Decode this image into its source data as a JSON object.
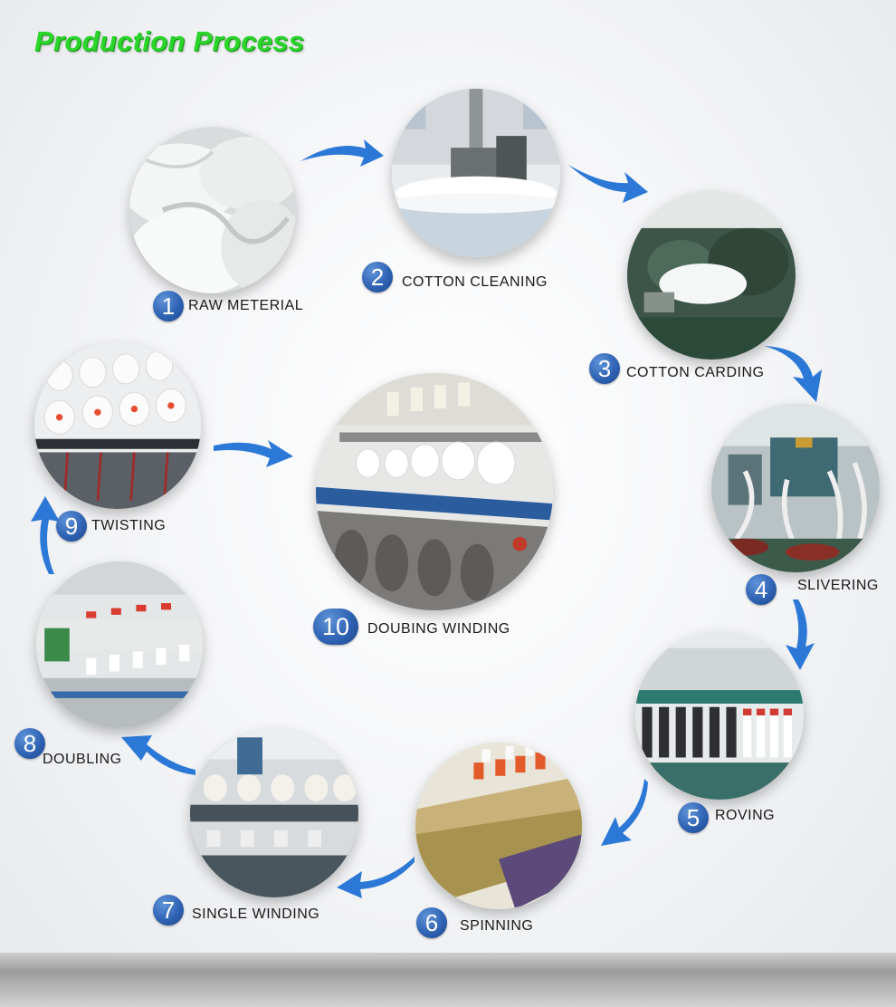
{
  "title": "Production Process",
  "colors": {
    "title": "#2bd52b",
    "badge": "#2f63b4",
    "arrow": "#2c78d6"
  },
  "steps": [
    {
      "number": "1",
      "label": "RAW METERIAL",
      "icon": "raw-cotton-photo"
    },
    {
      "number": "2",
      "label": "COTTON  CLEANING",
      "icon": "cleaning-machine-photo"
    },
    {
      "number": "3",
      "label": "COTTON  CARDING",
      "icon": "carding-machine-photo"
    },
    {
      "number": "4",
      "label": "SLIVERING",
      "icon": "slivering-machine-photo"
    },
    {
      "number": "5",
      "label": "ROVING",
      "icon": "roving-frame-photo"
    },
    {
      "number": "6",
      "label": "SPINNING",
      "icon": "spinning-frame-photo"
    },
    {
      "number": "7",
      "label": "SINGLE  WINDING",
      "icon": "winding-machine-photo"
    },
    {
      "number": "8",
      "label": "DOUBLING",
      "icon": "doubling-machine-photo"
    },
    {
      "number": "9",
      "label": "TWISTING",
      "icon": "twisting-machine-photo"
    },
    {
      "number": "10",
      "label": "DOUBING  WINDING",
      "icon": "doubling-winding-photo"
    }
  ]
}
